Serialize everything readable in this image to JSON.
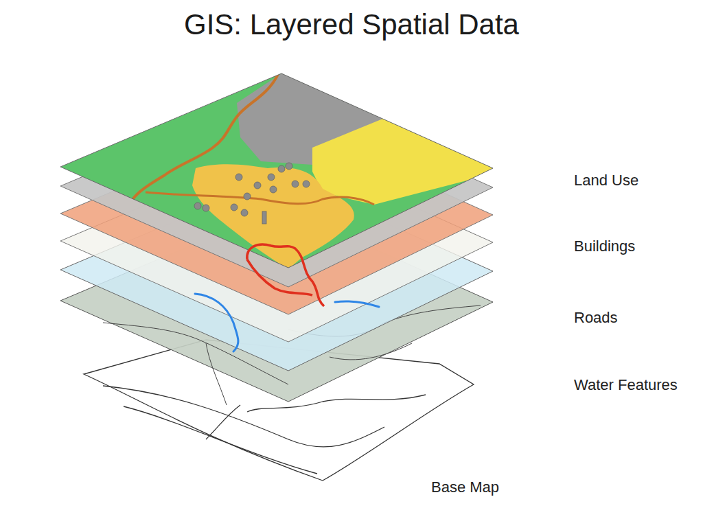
{
  "diagram": {
    "title": "GIS: Layered Spatial Data",
    "labels": [
      "Land Use",
      "Buildings",
      "Roads",
      "Water Features",
      "Base Map"
    ]
  }
}
